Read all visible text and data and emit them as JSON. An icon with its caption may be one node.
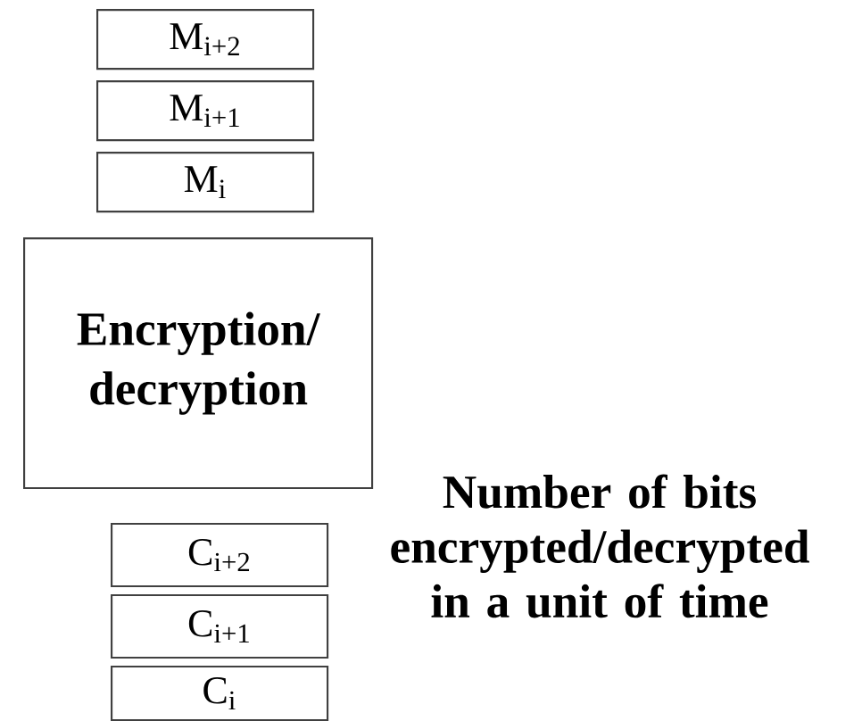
{
  "diagram": {
    "nodes": [
      {
        "text": [
          "M$_{i+2}$"
        ]
      },
      {
        "text": [
          "M$_{i+1}$"
        ]
      },
      {
        "text": [
          "M$_{i}$"
        ]
      },
      {
        "text": [
          "Encryption/ decryption"
        ]
      },
      {
        "text": [
          "C$_{i+2}$"
        ]
      },
      {
        "text": [
          "C$_{i+1}$"
        ]
      },
      {
        "text": [
          "C$_{i}$"
        ]
      }
    ],
    "labels": [
      "Number of bits encrypted/decrypted in a unit of time"
    ]
  }
}
